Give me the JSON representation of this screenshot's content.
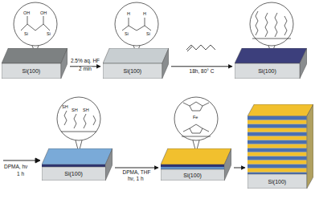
{
  "diagram": {
    "nodes": [
      {
        "text": [
          "Si(100)"
        ]
      },
      {
        "text": [
          "Si(100)"
        ]
      },
      {
        "text": [
          "Si(100)"
        ]
      },
      {
        "text": [
          "Si(100)"
        ]
      },
      {
        "text": [
          "Si(100)"
        ]
      },
      {
        "text": [
          "Si(100)"
        ]
      }
    ],
    "edges": [
      {
        "from": 0,
        "to": 1,
        "arrow": "to",
        "label": "2.5% aq. HF"
      },
      {
        "from": 1,
        "to": 2,
        "arrow": "to",
        "label": "18h, 80° C"
      },
      {
        "from": 3,
        "to": 4,
        "arrow": "to",
        "label": "DPMA, THF"
      },
      {
        "from": 4,
        "to": 5,
        "arrow": "to"
      }
    ],
    "labels": [
      "2 min",
      "DPMA, hν",
      "1 h",
      "hν, 1 h",
      "Si",
      "Si",
      "OH",
      "OH",
      "Si",
      "Si",
      "H",
      "H",
      "SH",
      "SH",
      "SH",
      "Fe"
    ]
  }
}
